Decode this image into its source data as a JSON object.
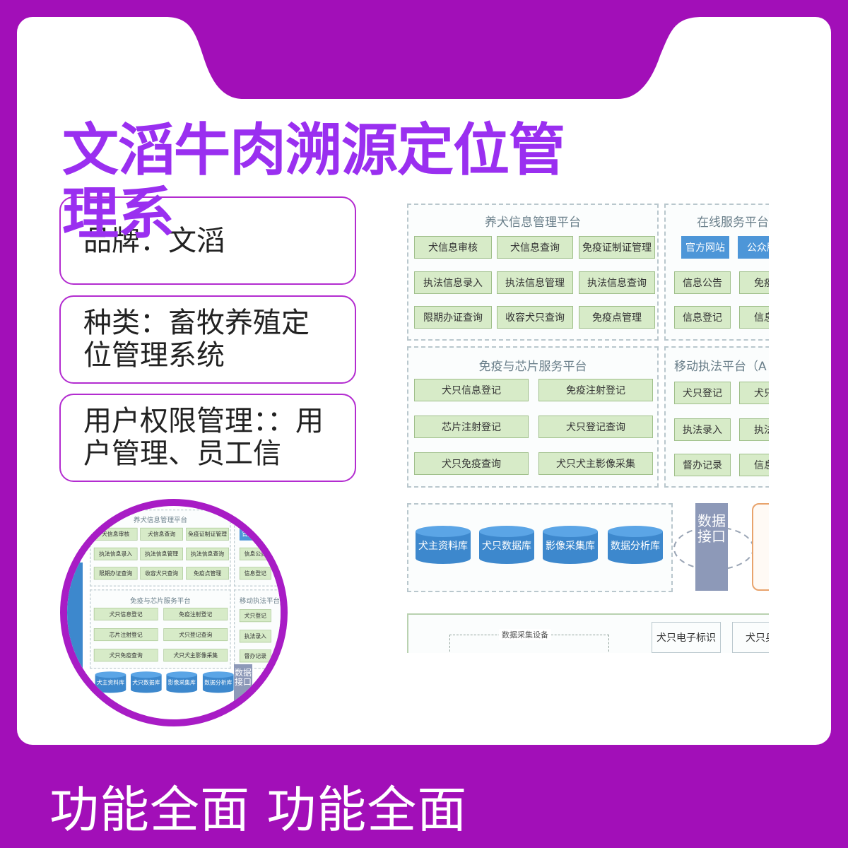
{
  "colors": {
    "background": "#a20fb8",
    "title": "#9a2ff0",
    "box_border": "#b32cd0",
    "card": "#ffffff"
  },
  "title": "文滔牛肉溯源定位管理系",
  "info": {
    "brand": "品牌：文滔",
    "category": "种类：畜牧养殖定位管理系统",
    "permission": "用户权限管理：：用户管理、员工信"
  },
  "diagram": {
    "panel1": {
      "title": "养犬信息管理平台",
      "buttons": [
        "犬信息审核",
        "犬信息查询",
        "免疫证制证管理",
        "执法信息录入",
        "执法信息管理",
        "执法信息查询",
        "限期办证查询",
        "收容犬只查询",
        "免疫点管理"
      ]
    },
    "panel2": {
      "title": "在线服务平台",
      "blue_buttons": [
        "官方网站",
        "公众服"
      ],
      "buttons": [
        "信息公告",
        "免疫",
        "信息登记",
        "信息"
      ]
    },
    "panel3": {
      "title": "免疫与芯片服务平台",
      "buttons": [
        "犬只信息登记",
        "免疫注射登记",
        "芯片注射登记",
        "犬只登记查询",
        "犬只免疫查询",
        "犬只犬主影像采集"
      ]
    },
    "panel4": {
      "title": "移动执法平台（A",
      "buttons": [
        "犬只登记",
        "犬只",
        "执法录入",
        "执法",
        "督办记录",
        "信息"
      ]
    },
    "databases": [
      "犬主资料库",
      "犬只数据库",
      "影像采集库",
      "数据分析库"
    ],
    "interface": "数据接口",
    "collect_label": "数据采集设备",
    "bottom_buttons": [
      "犬只电子标识",
      "犬只身"
    ]
  },
  "footer": "功能全面 功能全面"
}
